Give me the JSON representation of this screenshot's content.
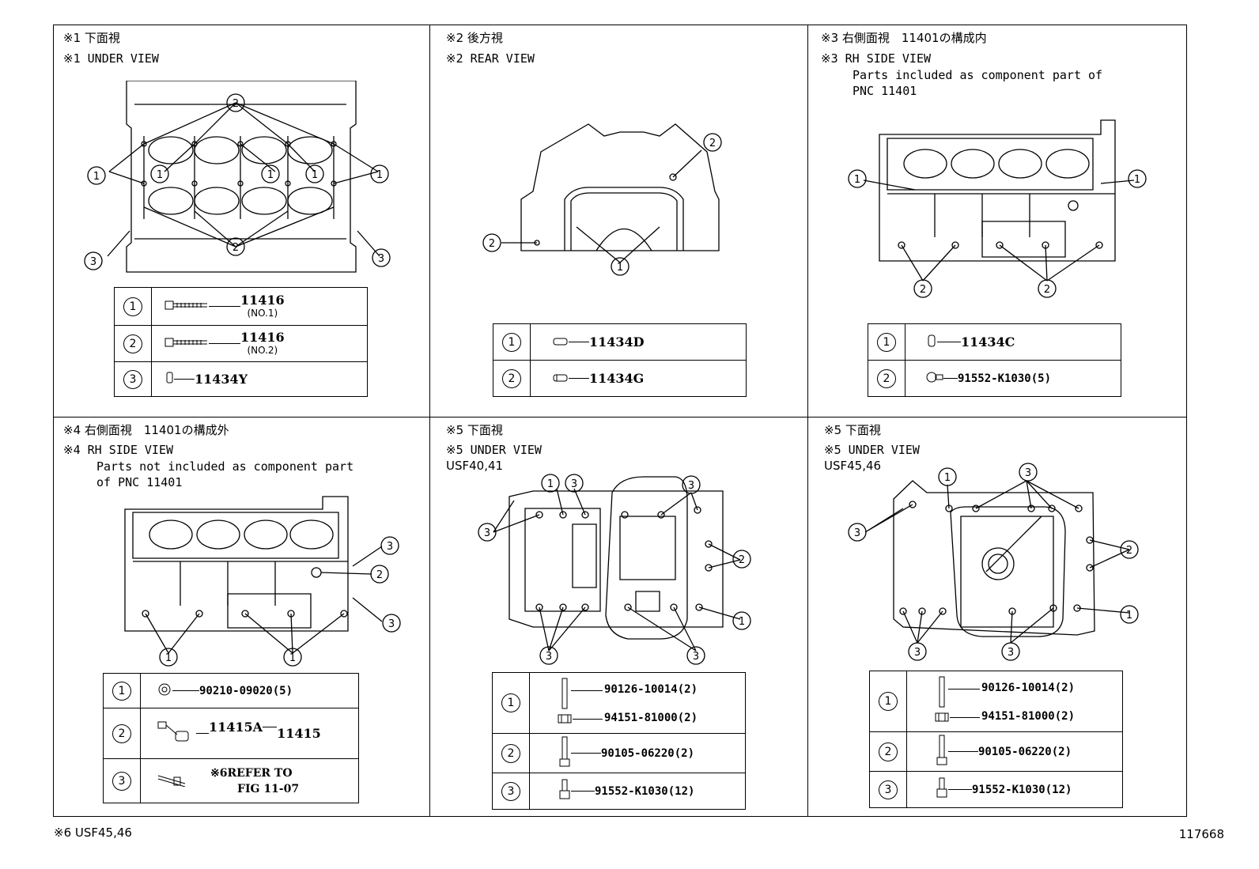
{
  "panels": [
    {
      "jp": "※1 下面視",
      "en": "※1 UNDER VIEW",
      "sub": [],
      "parts": [
        {
          "n": "1",
          "pn": "11416",
          "note": "(NO.1)"
        },
        {
          "n": "2",
          "pn": "11416",
          "note": "(NO.2)"
        },
        {
          "n": "3",
          "pn": "11434Y",
          "note": ""
        }
      ]
    },
    {
      "jp": "※2 後方視",
      "en": "※2 REAR VIEW",
      "sub": [],
      "parts": [
        {
          "n": "1",
          "pn": "11434D"
        },
        {
          "n": "2",
          "pn": "11434G"
        }
      ]
    },
    {
      "jp": "※3 右側面視　11401の構成内",
      "en": "※3 RH SIDE VIEW",
      "sub": [
        "Parts included as component part of",
        "PNC 11401"
      ],
      "parts": [
        {
          "n": "1",
          "pn": "11434C"
        },
        {
          "n": "2",
          "pn": "91552-K1030(5)"
        }
      ]
    },
    {
      "jp": "※4 右側面視　11401の構成外",
      "en": "※4 RH SIDE VIEW",
      "sub": [
        "Parts not included as component part",
        "of PNC 11401"
      ],
      "parts": [
        {
          "n": "1",
          "pn": "90210-09020(5)"
        },
        {
          "n": "2",
          "pn": "11415A",
          "pn2": "11415"
        },
        {
          "n": "3",
          "pn": "※6REFER TO",
          "pn2": "FIG 11-07"
        }
      ]
    },
    {
      "jp": "※5 下面視",
      "en": "※5 UNDER VIEW",
      "sub": [
        "USF40,41"
      ],
      "parts": [
        {
          "n": "1",
          "pn": "90126-10014(2)",
          "pn2": "94151-81000(2)"
        },
        {
          "n": "2",
          "pn": "90105-06220(2)"
        },
        {
          "n": "3",
          "pn": "91552-K1030(12)"
        }
      ]
    },
    {
      "jp": "※5 下面視",
      "en": "※5 UNDER VIEW",
      "sub": [
        "USF45,46"
      ],
      "parts": [
        {
          "n": "1",
          "pn": "90126-10014(2)",
          "pn2": "94151-81000(2)"
        },
        {
          "n": "2",
          "pn": "90105-06220(2)"
        },
        {
          "n": "3",
          "pn": "91552-K1030(12)"
        }
      ]
    }
  ],
  "footer": {
    "note": "※6 USF45,46",
    "id": "117668"
  },
  "callout_numbers": [
    "1",
    "2",
    "3"
  ]
}
